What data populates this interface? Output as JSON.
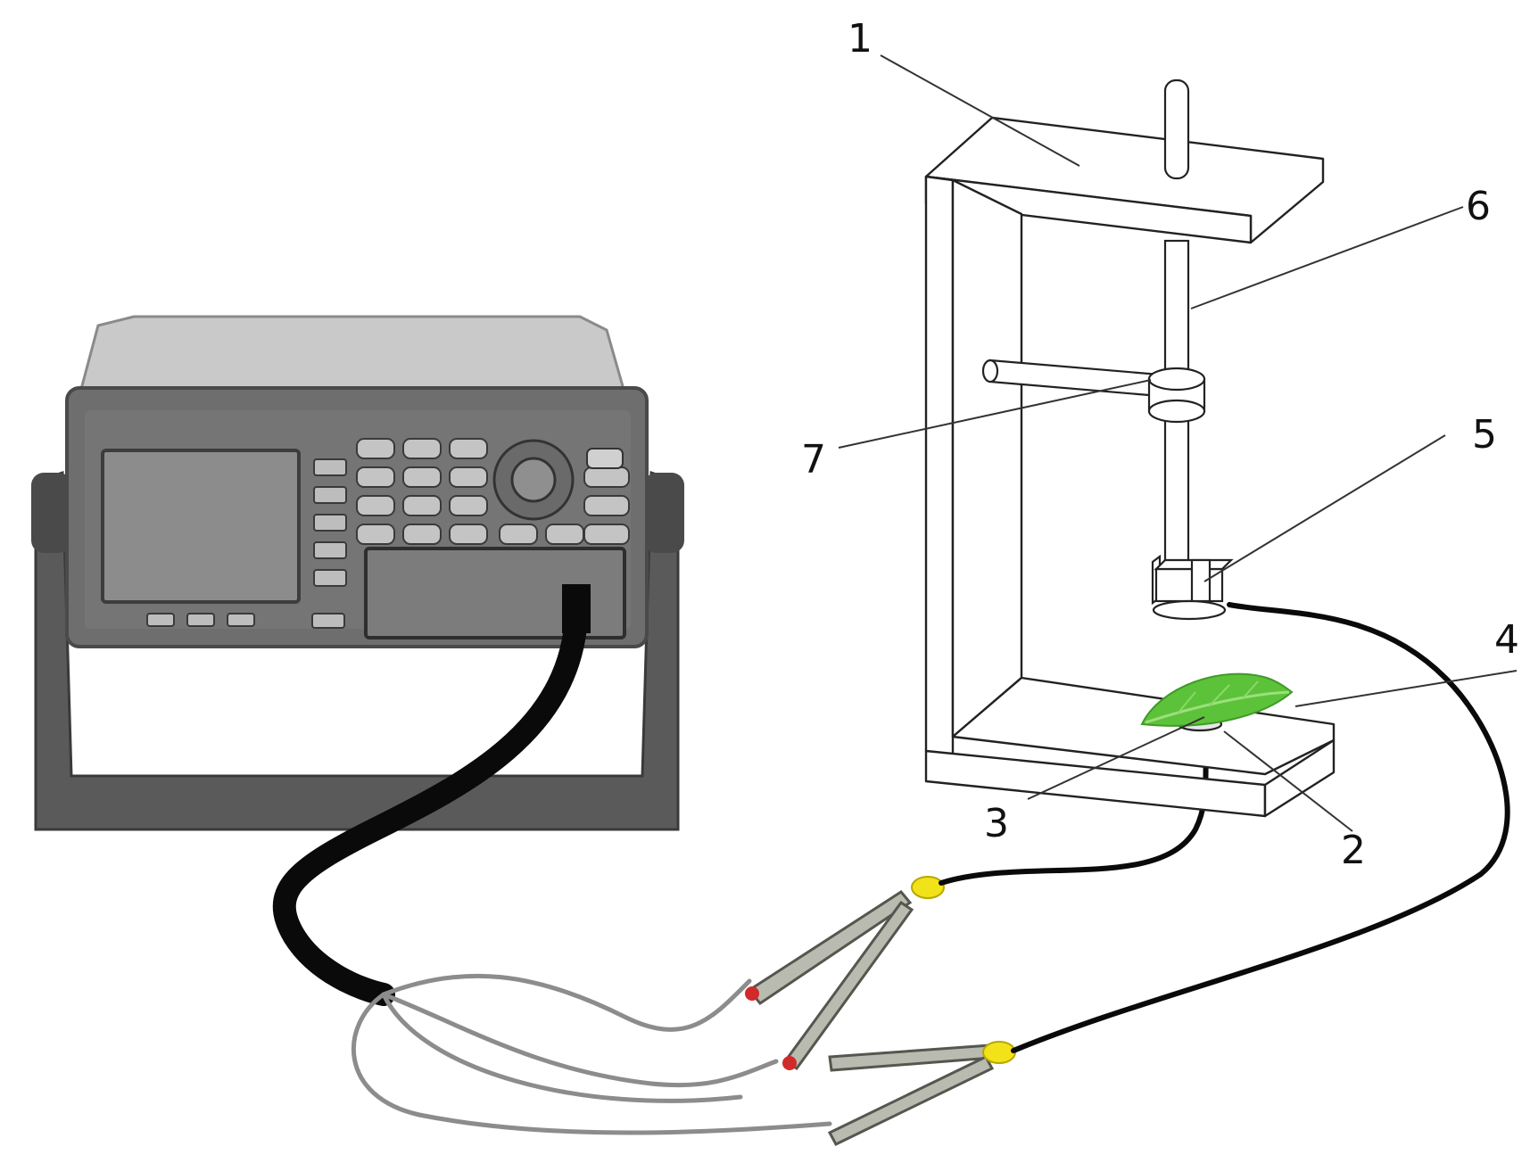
{
  "callouts": {
    "n1": "1",
    "n2": "2",
    "n3": "3",
    "n4": "4",
    "n5": "5",
    "n6": "6",
    "n7": "7"
  },
  "colors": {
    "leaf": "#5cc23a",
    "leaf_light": "#9be07a",
    "cable": "#0a0a0a",
    "plug": "#f2e21a",
    "clip": "#b9bbb0",
    "wire": "#8c8c8c",
    "red_tip": "#d12a2a",
    "meter_body": "#7d7d7d",
    "meter_screen": "#8a8a8a"
  },
  "icons": {
    "meter": "lcr-meter-icon",
    "leaf": "leaf-icon",
    "clip": "alligator-clip-icon"
  }
}
